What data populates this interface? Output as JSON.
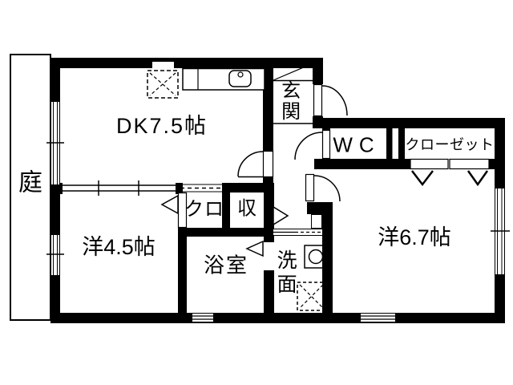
{
  "floorplan": {
    "background_color": "#ffffff",
    "line_color": "#000000",
    "rooms": {
      "garden": "庭",
      "dining_kitchen": "DK7.5帖",
      "entrance": "玄関",
      "toilet": "WC",
      "closet": "クローゼット",
      "western_room_45": "洋4.5帖",
      "small_closet": "クロ",
      "storage": "収",
      "bathroom": "浴室",
      "washroom": "洗面",
      "western_room_67": "洋6.7帖"
    }
  }
}
